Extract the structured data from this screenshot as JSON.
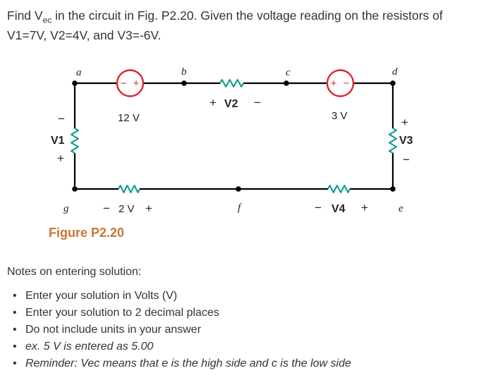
{
  "question": {
    "part1": "Find V",
    "sub": "ec",
    "part2": " in the circuit in Fig. P2.20. Given the voltage reading on the resistors of V1=7V, V2=4V, and V3=-6V."
  },
  "figure": {
    "caption": "Figure P2.20",
    "caption_color": "#c8763a",
    "wire_color": "#000000",
    "resistor_color": "#0a9a8c",
    "source_color": "#e0242e",
    "nodes": {
      "a": "a",
      "b": "b",
      "c": "c",
      "d": "d",
      "e": "e",
      "f": "f",
      "g": "g"
    },
    "source_left": {
      "value": "12 V",
      "neg": "−",
      "pos": "+"
    },
    "source_right": {
      "value": "3 V",
      "pos": "+",
      "neg": "−"
    },
    "resistor_v2": {
      "label": "V2",
      "plus": "+",
      "minus": "−"
    },
    "resistor_v1": {
      "label": "V1",
      "minus": "−",
      "plus": "+"
    },
    "resistor_v3": {
      "label": "V3",
      "plus": "+",
      "minus": "−"
    },
    "resistor_2v": {
      "label": "2 V",
      "minus": "−",
      "plus": "+"
    },
    "resistor_v4": {
      "label": "V4",
      "minus": "−",
      "plus": "+"
    }
  },
  "notes": {
    "title": "Notes on entering solution:",
    "items": [
      "Enter your solution in Volts (V)",
      "Enter your solution to 2 decimal places",
      "Do not include units in your answer",
      "ex. 5 V is entered as 5.00",
      "Reminder: Vec means that e is the high side and c is the low side"
    ]
  }
}
